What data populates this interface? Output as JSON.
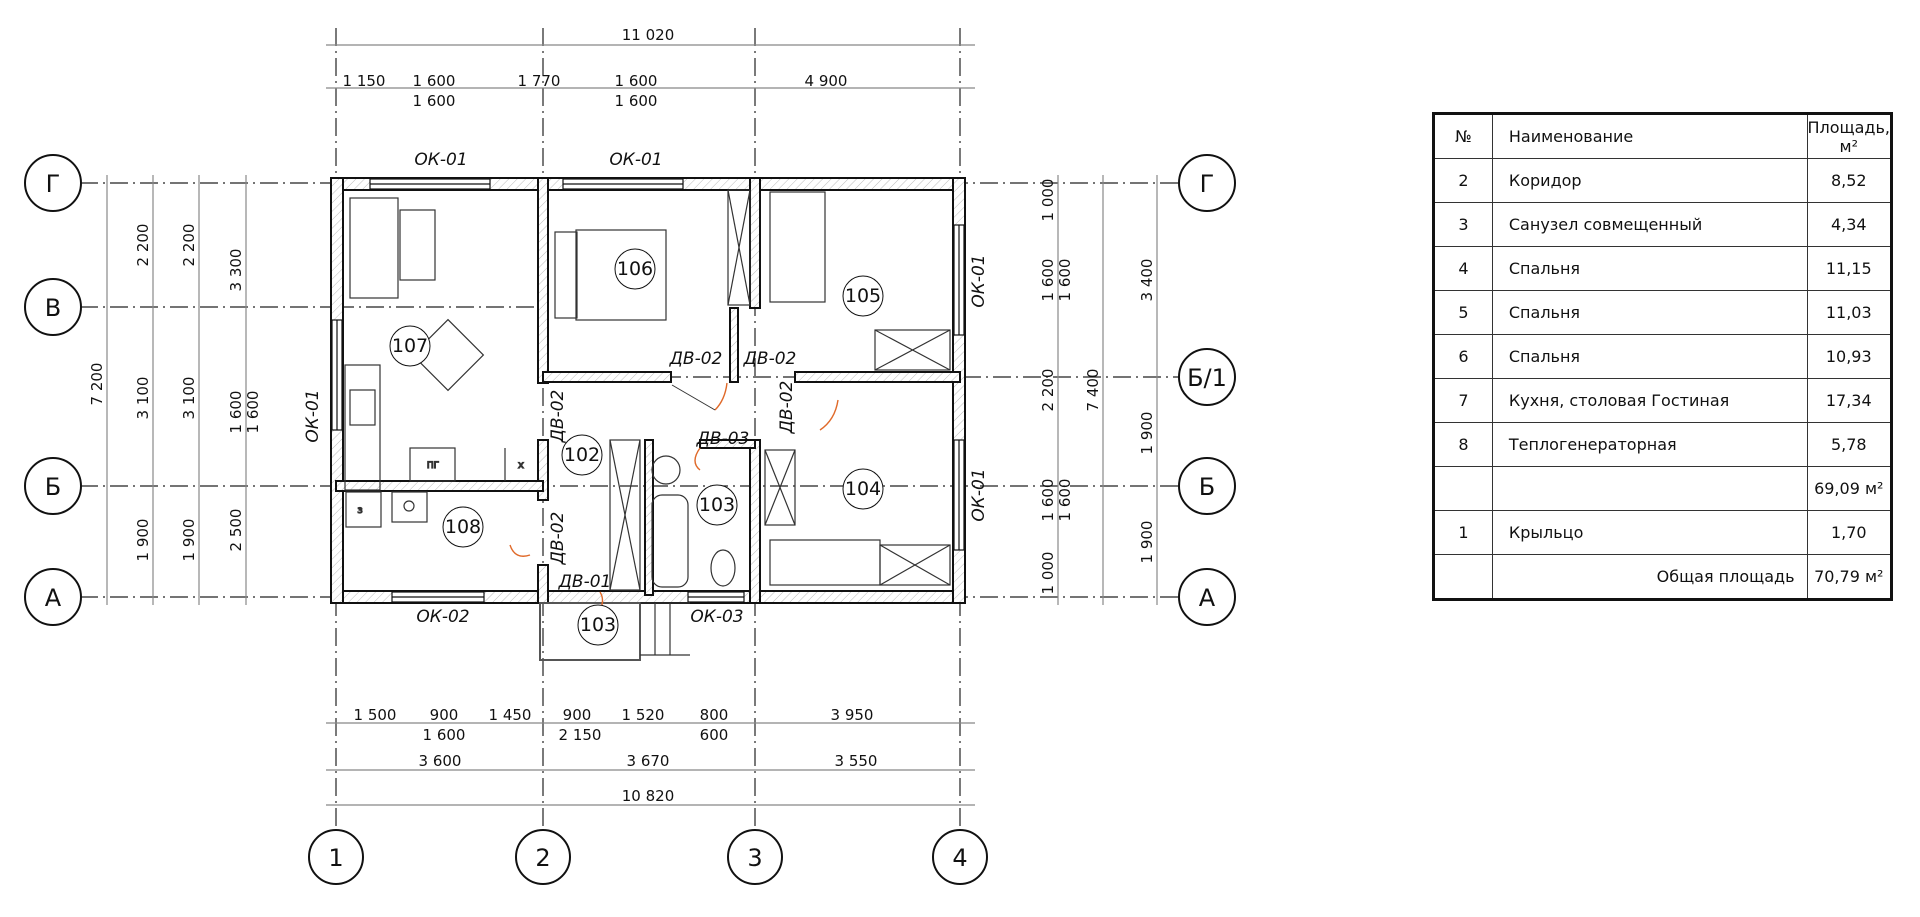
{
  "axes": {
    "cols": [
      "1",
      "2",
      "3",
      "4"
    ],
    "rows": [
      "Г",
      "В",
      "Б/1",
      "Б",
      "А"
    ]
  },
  "dims_top": {
    "total": "11 020",
    "a": "1 150",
    "b1": "1 600",
    "b2": "1 600",
    "c": "1 770",
    "d1": "1 600",
    "d2": "1 600",
    "e": "4 900"
  },
  "dims_bottom": {
    "r1": [
      "1 500",
      "900",
      "1 450",
      "900",
      "1 520",
      "800",
      "3 950"
    ],
    "r1b": [
      "1 600",
      "2 150",
      "600"
    ],
    "r2": [
      "3 600",
      "3 670",
      "3 550"
    ],
    "total": "10 820"
  },
  "dims_left": {
    "total": "7 200",
    "c2": [
      "2 200",
      "3 100",
      "1 900"
    ],
    "c3": [
      "2 200",
      "3 100",
      "1 900"
    ],
    "c4": [
      "3 300",
      "1 600",
      "1 600",
      "2 500"
    ]
  },
  "dims_right": {
    "c1": [
      "1 000",
      "1 600",
      "1 600",
      "2 200",
      "1 600",
      "1 600",
      "1 000"
    ],
    "total": "7 400",
    "c3": [
      "3 400",
      "1 900",
      "1 900"
    ]
  },
  "rooms": [
    "107",
    "106",
    "105",
    "102",
    "103",
    "104",
    "108",
    "103"
  ],
  "labels": {
    "ok01": "ОК-01",
    "ok02": "ОК-02",
    "ok03": "ОК-03",
    "dv01": "ДВ-01",
    "dv02": "ДВ-02",
    "dv03": "ДВ-03",
    "stove": "ПГ",
    "x": "х",
    "z": "з"
  },
  "table": {
    "headers": {
      "no": "№",
      "name": "Наименование",
      "area": "Площадь, м²"
    },
    "rows": [
      {
        "no": "2",
        "name": "Коридор",
        "area": "8,52"
      },
      {
        "no": "3",
        "name": "Санузел совмещенный",
        "area": "4,34"
      },
      {
        "no": "4",
        "name": "Спальня",
        "area": "11,15"
      },
      {
        "no": "5",
        "name": "Спальня",
        "area": "11,03"
      },
      {
        "no": "6",
        "name": "Спальня",
        "area": "10,93"
      },
      {
        "no": "7",
        "name": "Кухня, столовая  Гостиная",
        "area": "17,34"
      },
      {
        "no": "8",
        "name": "Теплогенераторная",
        "area": "5,78"
      }
    ],
    "subtotal": "69,09 м²",
    "porch": {
      "no": "1",
      "name": "Крыльцо",
      "area": "1,70"
    },
    "total_label": "Общая площадь",
    "total": "70,79 м²"
  }
}
